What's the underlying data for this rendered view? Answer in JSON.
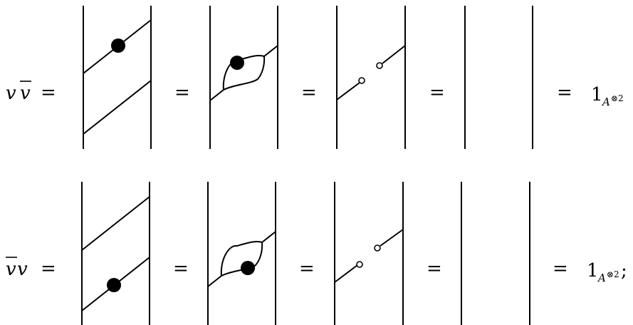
{
  "row1": {
    "lhs": {
      "base": "v",
      "over": "v"
    },
    "eq": "=",
    "result": {
      "base": "1",
      "sub": "A",
      "sup": "⊗2",
      "trail": ""
    }
  },
  "row2": {
    "lhs": {
      "over": "v",
      "base": "v"
    },
    "eq": "=",
    "result": {
      "base": "1",
      "sub": "A",
      "sup": "⊗2",
      "trail": ";"
    }
  }
}
